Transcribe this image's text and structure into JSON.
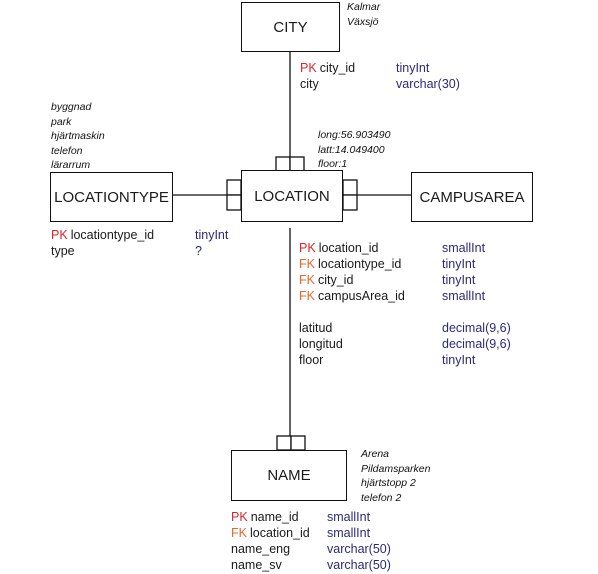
{
  "diagram": {
    "entities": {
      "city": {
        "label": "CITY"
      },
      "location": {
        "label": "LOCATION"
      },
      "locationtype": {
        "label": "LOCATIONTYPE"
      },
      "campusarea": {
        "label": "CAMPUSAREA"
      },
      "name": {
        "label": "NAME"
      }
    },
    "notes": {
      "city": [
        "Kalmar",
        "Växsjö"
      ],
      "locationtype": [
        "byggnad",
        "park",
        "hjärtmaskin",
        "telefon",
        "lärarrum"
      ],
      "location": [
        "long:56.903490",
        "latt:14.049400",
        "floor:1"
      ],
      "name": [
        "Arena",
        "Pildamsparken",
        "hjärtstopp 2",
        "telefon 2"
      ]
    },
    "fields": {
      "city": [
        {
          "key": "PK",
          "name": "city_id",
          "type": "tinyInt"
        },
        {
          "key": "",
          "name": "city",
          "type": "varchar(30)"
        }
      ],
      "locationtype": [
        {
          "key": "PK",
          "name": "locationtype_id",
          "type": "tinyInt"
        },
        {
          "key": "",
          "name": "type",
          "type": "?"
        }
      ],
      "location": [
        {
          "key": "PK",
          "name": "location_id",
          "type": "smallInt"
        },
        {
          "key": "FK",
          "name": "locationtype_id",
          "type": "tinyInt"
        },
        {
          "key": "FK",
          "name": "city_id",
          "type": "tinyInt"
        },
        {
          "key": "FK",
          "name": "campusArea_id",
          "type": "smallInt"
        },
        {
          "key": "",
          "name": "latitud",
          "type": "decimal(9,6)"
        },
        {
          "key": "",
          "name": "longitud",
          "type": "decimal(9,6)"
        },
        {
          "key": "",
          "name": "floor",
          "type": "tinyInt"
        }
      ],
      "name": [
        {
          "key": "PK",
          "name": "name_id",
          "type": "smallInt"
        },
        {
          "key": "FK",
          "name": "location_id",
          "type": "smallInt"
        },
        {
          "key": "",
          "name": "name_eng",
          "type": "varchar(50)"
        },
        {
          "key": "",
          "name": "name_sv",
          "type": "varchar(50)"
        }
      ]
    },
    "colors": {
      "pk": "#e0252a",
      "fk": "#e8672a",
      "type": "#2b2a7a"
    }
  }
}
